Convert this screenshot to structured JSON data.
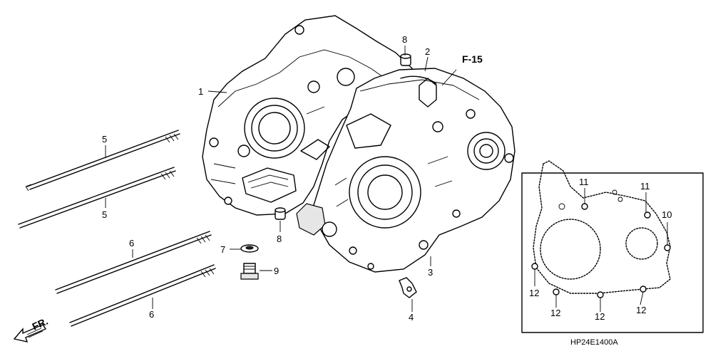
{
  "callouts": {
    "p1": "1",
    "p2": "2",
    "p3": "3",
    "p4": "4",
    "p5a": "5",
    "p5b": "5",
    "p6a": "6",
    "p6b": "6",
    "p7": "7",
    "p8a": "8",
    "p8b": "8",
    "p9": "9",
    "p10": "10",
    "p11a": "11",
    "p11b": "11",
    "p12a": "12",
    "p12b": "12",
    "p12c": "12",
    "p12d": "12"
  },
  "reference": "F-15",
  "front_arrow": "FR.",
  "diagram_code": "HP24E1400A"
}
